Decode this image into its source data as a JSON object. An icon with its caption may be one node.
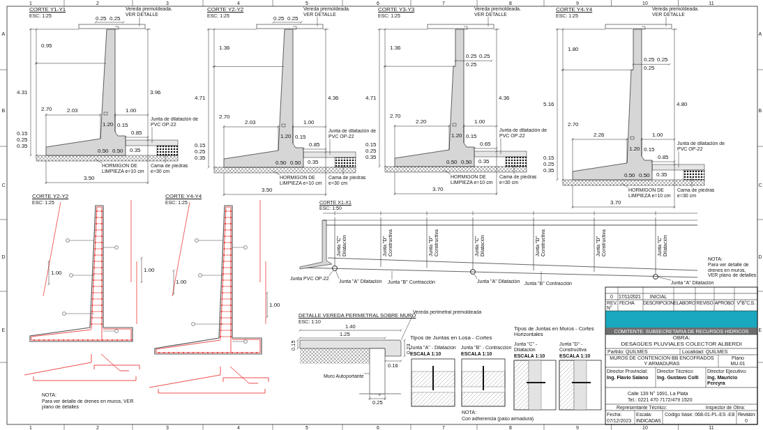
{
  "diagram": {
    "nodes": [
      {
        "text": [
          "Vereda premoldeada. VER DETALLE"
        ]
      },
      {
        "text": [
          "Junta de dilatación de PVC OP-22"
        ]
      },
      {
        "text": [
          "HORMIGON DE LIMPIEZA e=10 cm"
        ]
      },
      {
        "text": [
          "Cama de piedras e=30 cm"
        ]
      },
      {
        "text": [
          "Vereda premoldeada. VER DETALLE"
        ]
      },
      {
        "text": [
          "Junta de dilatación de PVC OP-22"
        ]
      },
      {
        "text": [
          "HORMIGON DE LIMPIEZA e=10 cm"
        ]
      },
      {
        "text": [
          "Cama de piedras e=30 cm"
        ]
      },
      {
        "text": [
          "Vereda premoldeada. VER DETALLE"
        ]
      },
      {
        "text": [
          "Junta de dilatación de PVC OP-22"
        ]
      },
      {
        "text": [
          "HORMIGON DE LIMPIEZA e=10 cm"
        ]
      },
      {
        "text": [
          "Cama de piedras e=30 cm"
        ]
      },
      {
        "text": [
          "Vereda premoldeada. VER DETALLE"
        ]
      },
      {
        "text": [
          "Junta de dilatación de PVC OP-22"
        ]
      },
      {
        "text": [
          "HORMIGON DE LIMPIEZA e=10 cm"
        ]
      },
      {
        "text": [
          "Cama de piedras e=30 cm"
        ]
      },
      {
        "text": [
          "Vereda perimetral premoldeada"
        ]
      },
      {
        "text": [
          "Muro Autoportante"
        ]
      },
      {
        "text": [
          "Junta PVC OP-22"
        ]
      },
      {
        "text": [
          "Junta \"A\" Dilatación"
        ]
      },
      {
        "text": [
          "Junta \"B\" Contracción"
        ]
      },
      {
        "text": [
          "Junta \"A\" Dilatación"
        ]
      },
      {
        "text": [
          "Junta \"B\" Contracción"
        ]
      },
      {
        "text": [
          "Junta \"A\" Dilatación"
        ]
      },
      {
        "text": [],
        "shape": "circle"
      },
      {
        "text": [],
        "shape": "circle"
      },
      {
        "text": [],
        "shape": "circle"
      },
      {
        "text": [],
        "shape": "box"
      },
      {
        "text": [],
        "shape": "box"
      }
    ],
    "edges": [
      {
        "from": 0,
        "to": null,
        "arrow": "none"
      },
      {
        "from": 1,
        "to": null,
        "arrow": "none"
      },
      {
        "from": 2,
        "to": null,
        "arrow": "none"
      },
      {
        "from": 3,
        "to": null,
        "arrow": "none"
      },
      {
        "from": 4,
        "to": null,
        "arrow": "none"
      },
      {
        "from": 5,
        "to": null,
        "arrow": "none"
      },
      {
        "from": 6,
        "to": null,
        "arrow": "none"
      },
      {
        "from": 7,
        "to": null,
        "arrow": "none"
      },
      {
        "from": 8,
        "to": null,
        "arrow": "none"
      },
      {
        "from": 9,
        "to": null,
        "arrow": "none"
      },
      {
        "from": 10,
        "to": null,
        "arrow": "none"
      },
      {
        "from": 11,
        "to": null,
        "arrow": "none"
      },
      {
        "from": 12,
        "to": null,
        "arrow": "none"
      },
      {
        "from": 13,
        "to": null,
        "arrow": "none"
      },
      {
        "from": 14,
        "to": null,
        "arrow": "none"
      },
      {
        "from": 15,
        "to": null,
        "arrow": "none"
      },
      {
        "from": 16,
        "to": 27,
        "arrow": "none"
      },
      {
        "from": 17,
        "to": 28,
        "arrow": "none"
      },
      {
        "from": 18,
        "to": 24,
        "arrow": "none"
      },
      {
        "from": 19,
        "to": 24,
        "arrow": "none"
      },
      {
        "from": 20,
        "to": null,
        "arrow": "none"
      },
      {
        "from": 21,
        "to": 25,
        "arrow": "none"
      },
      {
        "from": 22,
        "to": null,
        "arrow": "none"
      },
      {
        "from": 23,
        "to": 26,
        "arrow": "none"
      }
    ],
    "labels": [
      "CORTE Y1-Y1",
      "ESC: 1:25",
      "0.25",
      "0.25",
      "0.95",
      "4.31",
      "3.96",
      "2.70",
      "2.03",
      "1.00",
      "1.20",
      "0.15",
      "0.15",
      "0.85",
      "0.25",
      "0.35",
      "0.50",
      "0.50",
      "0.35",
      "3.50",
      "CORTE Y2-Y2",
      "ESC: 1:25",
      "0.25",
      "0.25",
      "1.36",
      "4.71",
      "4.36",
      "2.70",
      "2.03",
      "1.00",
      "1.20",
      "0.15",
      "0.15",
      "0.85",
      "0.25",
      "0.35",
      "0.50",
      "0.50",
      "0.35",
      "3.50",
      "CORTE Y3-Y3",
      "ESC: 1:25",
      "1.36",
      "0.25",
      "0.25",
      "0.25",
      "4.71",
      "4.36",
      "2.70",
      "2.20",
      "1.00",
      "1.20",
      "0.15",
      "0.15",
      "0.65",
      "0.25",
      "0.35",
      "0.50",
      "0.50",
      "0.35",
      "3.70",
      "CORTE Y4-Y4",
      "ESC: 1:25",
      "1.80",
      "0.25",
      "0.25",
      "0.25",
      "5.16",
      "4.80",
      "2.70",
      "2.26",
      "1.00",
      "1.20",
      "0.15",
      "0.15",
      "0.85",
      "0.25",
      "0.35",
      "0.50",
      "0.50",
      "0.35",
      "3.70",
      "CORTE Y2-Y2",
      "ESC: 1:25",
      "1.00",
      "1.00",
      "NOTA:",
      "Para ver detalle de drenes en muros, VER plano de detalles",
      "CORTE Y4-Y4",
      "ESC: 1:25",
      "1.00",
      "1.00",
      "CORTE X1-X1",
      "ESC: 1:50",
      "Junta \"C\" Dilatación",
      "Junta \"D\" Constructiva",
      "Junta \"D\" Constructiva",
      "Junta \"C\" Dilatación",
      "Junta \"D\" Constructiva",
      "Junta \"D\" Constructiva",
      "Junta \"C\" Dilatación",
      "NOTA:",
      "Para ver detalle de drenes en muros, VER plano de detalles",
      "DETALLE VEREDA PERIMETRAL SOBRE MURO",
      "ESC: 1:10",
      "1.40",
      "1.25",
      "0.15",
      "0.23",
      "0.16",
      "0.25",
      "Tipos de Juntas en Losa - Cortes",
      "Junta \"A\" - Dilatación",
      "ESCALA 1:10",
      "Junta \"B\" - Contracción",
      "ESCALA 1:10",
      "NOTA:",
      "Con adherencia (paso armadura)",
      "Tipos de Juntas en Muros - Cortes Horizontales",
      "Junta \"C\" - Dilatación",
      "ESCALA 1:10",
      "Junta \"D\" - Constructiva",
      "ESCALA 1:10",
      "0",
      "17/11/2021",
      "INICIAL",
      "REV. N°",
      "FECHA",
      "DESCRIPCION",
      "ELABORO",
      "REVISO",
      "APROBO",
      "V°B°C.S.",
      "COMITENTE: SUBSECRETARIA DE RECURSOS HIDRICOS",
      "OBRA:",
      "DESAGÜES PLUVIALES COLECTOR ALBERDI",
      "Partido: QUILMES",
      "Localidad: QUILMES",
      "MUROS DE CONTENCION BB ENCOFRADOS Y ARMADURAS",
      "Plano",
      "MU-01",
      "Director Provincial:",
      "Ing. Flavio Salano",
      "Director Técnico:",
      "Ing. Gustavo Colli",
      "Director Ejecutivo:",
      "Ing. Mauricio Pereyra",
      "Calle 139 N° 1691, La Plata",
      "Tel.: 0221 470 7172/479 1520",
      "Representante Técnico:",
      "Inspector de Obra:",
      "Fecha:",
      "07/12/2023",
      "Escala:",
      "INDICADAS",
      "Código base: 068-01-PL-ES -E8",
      "Revisión:",
      "0",
      "1",
      "2",
      "3",
      "4",
      "5",
      "6",
      "7",
      "8",
      "9",
      "10",
      "11",
      "1",
      "2",
      "3",
      "4",
      "5",
      "6",
      "7",
      "8",
      "9",
      "10",
      "11",
      "A",
      "B",
      "C",
      "D",
      "E",
      "A",
      "B",
      "C",
      "D",
      "E"
    ]
  }
}
